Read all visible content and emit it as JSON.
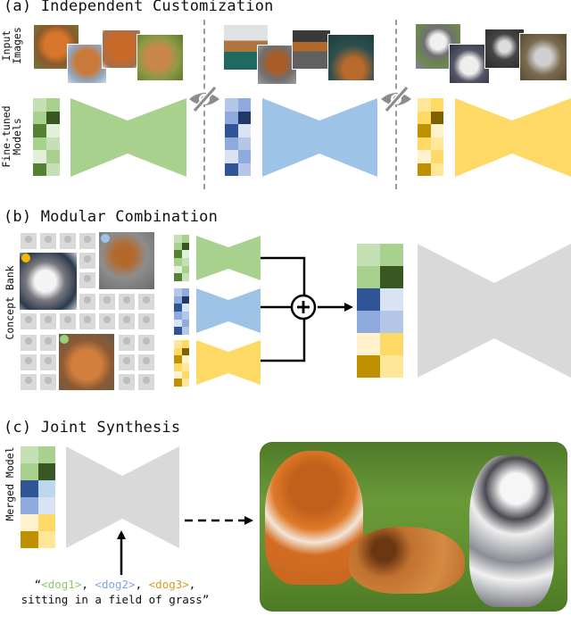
{
  "sections": {
    "a": {
      "title": "(a) Independent Customization",
      "input_label_1": "Input",
      "input_label_2": "Images",
      "model_label_1": "Fine-tuned",
      "model_label_2": "Models"
    },
    "b": {
      "title": "(b) Modular Combination",
      "bank_label": "Concept Bank",
      "combine_symbol": "+"
    },
    "c": {
      "title": "(c) Joint Synthesis",
      "model_label": "Merged Model",
      "prompt_open": "“",
      "token1": "<dog1>",
      "sep1": ", ",
      "token2": "<dog2>",
      "sep2": ", ",
      "token3": "<dog3>",
      "sep3": ",",
      "prompt_line2": "sitting in a field of grass”"
    }
  },
  "concepts": [
    {
      "name": "dog1",
      "description": "chow chow",
      "color": "#a9d18e",
      "dot_color": "#9ad07a"
    },
    {
      "name": "dog2",
      "description": "dachshund",
      "color": "#9dc3e6",
      "dot_color": "#9dc3e6"
    },
    {
      "name": "dog3",
      "description": "border collie",
      "color": "#ffd966",
      "dot_color": "#f5b800"
    }
  ],
  "matrices": {
    "green": [
      "#c5e0b4",
      "#a9d18e",
      "#a9d18e",
      "#385723",
      "#548235",
      "#e2f0d9",
      "#a9d18e",
      "#c5e0b4",
      "#e2f0d9",
      "#a9d18e",
      "#548235",
      "#c5e0b4"
    ],
    "blue": [
      "#b4c7e7",
      "#8faadc",
      "#8faadc",
      "#203864",
      "#2f5597",
      "#dae3f3",
      "#8faadc",
      "#b4c7e7",
      "#dae3f3",
      "#8faadc",
      "#2f5597",
      "#b4c7e7"
    ],
    "yellow": [
      "#ffe699",
      "#ffd966",
      "#ffd966",
      "#7f6000",
      "#bf9000",
      "#fff2cc",
      "#ffd966",
      "#ffe699",
      "#fff2cc",
      "#ffd966",
      "#bf9000",
      "#ffe699"
    ],
    "merged": [
      "#c5e0b4",
      "#a9d18e",
      "#a9d18e",
      "#385723",
      "#2f5597",
      "#dae3f3",
      "#8faadc",
      "#b4c7e7",
      "#fff2cc",
      "#ffd966",
      "#bf9000",
      "#ffe699"
    ],
    "merged_c": [
      "#c5e0b4",
      "#a9d18e",
      "#a9d18e",
      "#385723",
      "#2f5597",
      "#bdd7ee",
      "#8faadc",
      "#dae3f3",
      "#fff2cc",
      "#ffd966",
      "#bf9000",
      "#ffe699"
    ]
  },
  "icons": {
    "hidden": "eye-slash-icon",
    "sum": "circled-plus-icon",
    "arrow": "arrow-right-icon"
  },
  "colors": {
    "green": "#a9d18e",
    "blue": "#9dc3e6",
    "yellow": "#ffd966",
    "gray_model": "#d9d9d9",
    "divider": "#9a9a9a"
  }
}
